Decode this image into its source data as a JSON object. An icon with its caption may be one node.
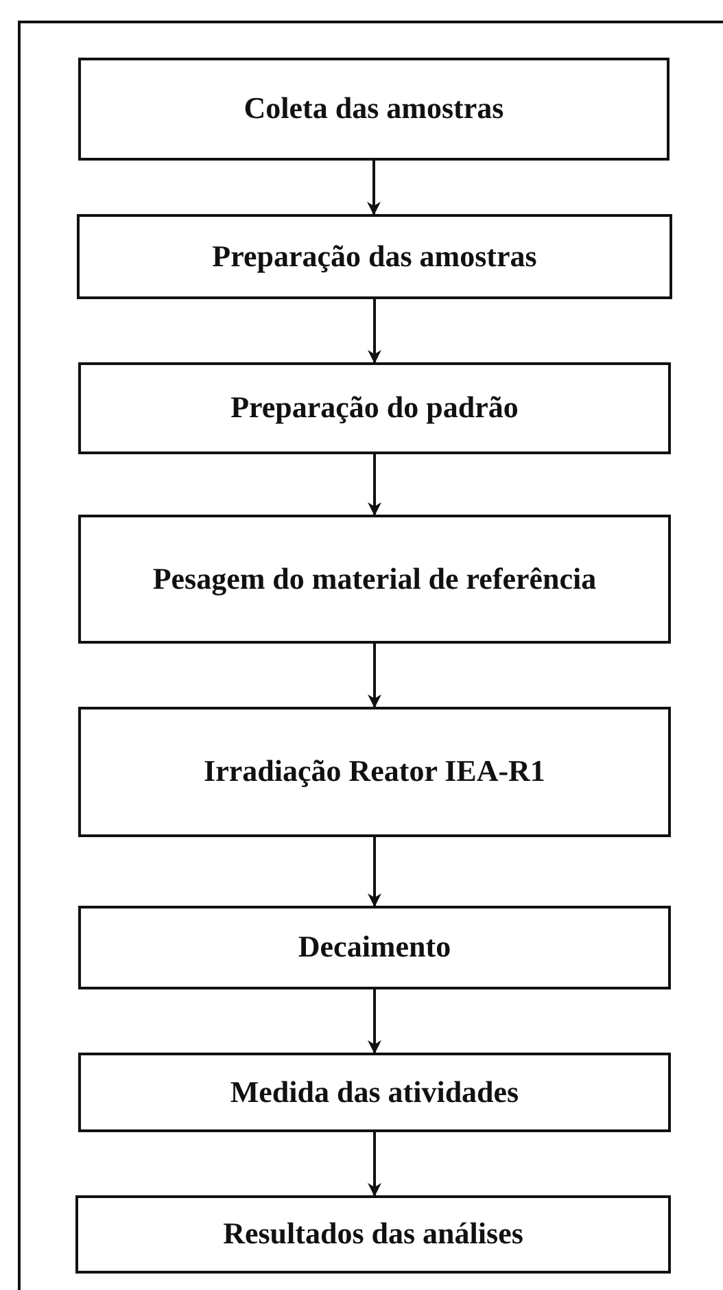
{
  "diagram": {
    "nodes": [
      {
        "text": [
          "Coleta das amostras"
        ]
      },
      {
        "text": [
          "Preparação das amostras"
        ]
      },
      {
        "text": [
          "Preparação do padrão"
        ]
      },
      {
        "text": [
          "Pesagem do material de referência"
        ]
      },
      {
        "text": [
          "Irradiação Reator IEA-R1"
        ]
      },
      {
        "text": [
          "Decaimento"
        ]
      },
      {
        "text": [
          "Medida das atividades"
        ]
      },
      {
        "text": [
          "Resultados das análises"
        ]
      }
    ],
    "edges": [
      {
        "from": 0,
        "to": 1,
        "arrow": "to"
      },
      {
        "from": 1,
        "to": 2,
        "arrow": "to"
      },
      {
        "from": 2,
        "to": 3,
        "arrow": "to"
      },
      {
        "from": 3,
        "to": 4,
        "arrow": "to"
      },
      {
        "from": 4,
        "to": 5,
        "arrow": "to"
      },
      {
        "from": 5,
        "to": 6,
        "arrow": "to"
      },
      {
        "from": 6,
        "to": 7,
        "arrow": "to"
      }
    ]
  }
}
